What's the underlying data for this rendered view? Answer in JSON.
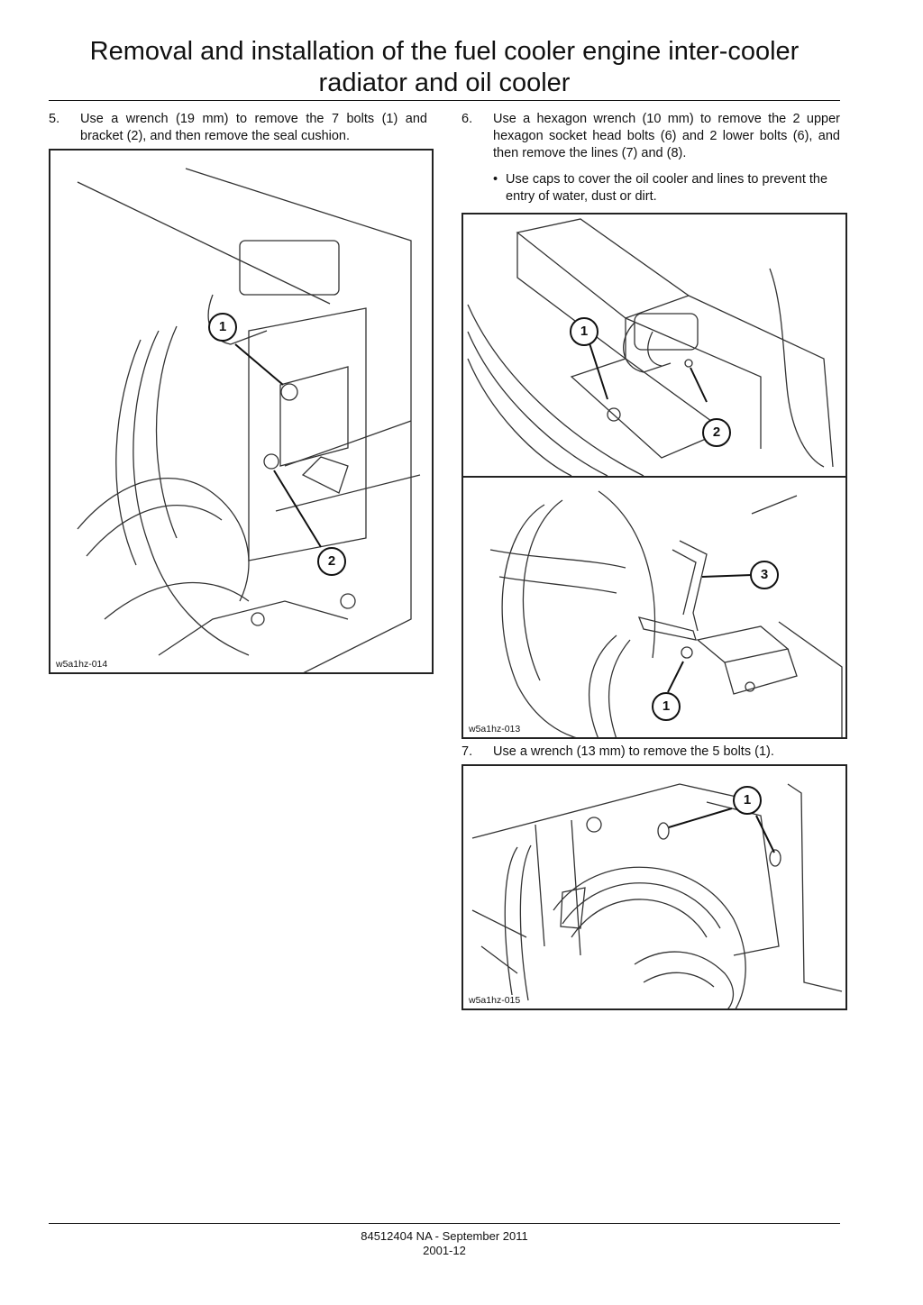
{
  "page": {
    "title_line1": "Removal and installation of the fuel cooler engine inter-cooler",
    "title_line2": "radiator and oil cooler"
  },
  "steps": [
    {
      "num": "5.",
      "text": "Use a wrench (19 mm) to remove the 7 bolts (1) and bracket (2), and then remove the seal cushion."
    },
    {
      "num": "6.",
      "text": "Use a hexagon wrench (10 mm) to remove the 2 upper hexagon socket head bolts (6) and 2 lower bolts (6), and then remove the lines (7) and (8)."
    },
    {
      "num": "7.",
      "text": "Use a wrench (13 mm) to remove the 5 bolts (1)."
    }
  ],
  "bullets": [
    {
      "symbol": "•",
      "text": "Use caps to cover the oil cooler and lines to prevent the entry of water, dust or dirt."
    }
  ],
  "figures": [
    {
      "code": "w5a1hz-014",
      "callouts": [
        "1",
        "2"
      ]
    },
    {
      "code": "",
      "callouts": [
        "1",
        "2"
      ]
    },
    {
      "code": "w5a1hz-013",
      "callouts": [
        "3",
        "1"
      ]
    },
    {
      "code": "w5a1hz-015",
      "callouts": [
        "1"
      ]
    }
  ],
  "footer": {
    "line1": "84512404 NA - September 2011",
    "line2": "2001-12"
  }
}
